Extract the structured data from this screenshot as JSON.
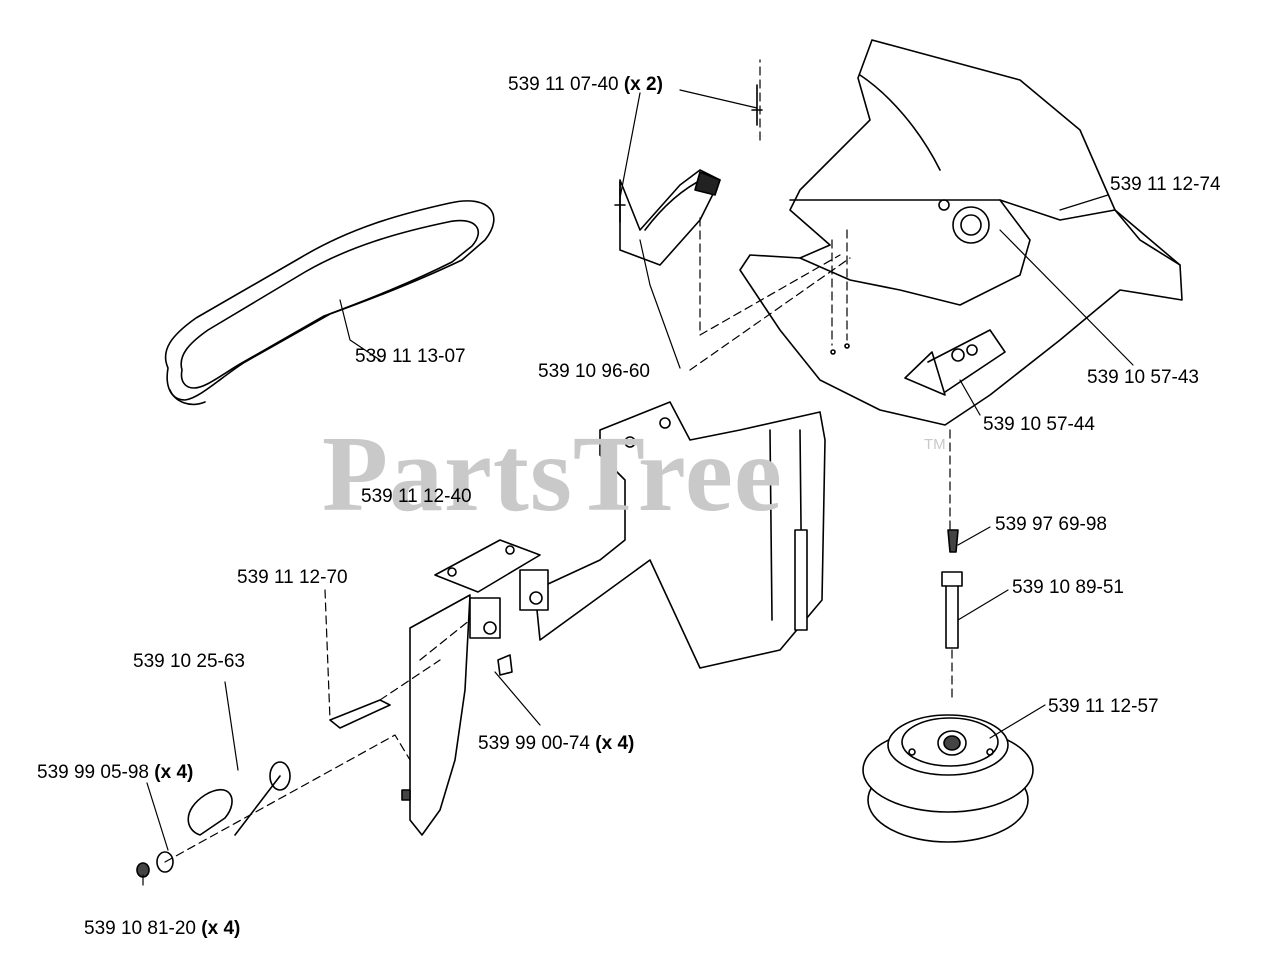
{
  "watermark": {
    "text": "PartsTree",
    "trademark": "TM"
  },
  "labels": [
    {
      "id": "l1",
      "part": "539 11 07-40",
      "qty": "(x 2)"
    },
    {
      "id": "l2",
      "part": "539 11 12-74",
      "qty": ""
    },
    {
      "id": "l3",
      "part": "539 11 13-07",
      "qty": ""
    },
    {
      "id": "l4",
      "part": "539 10 96-60",
      "qty": ""
    },
    {
      "id": "l5",
      "part": "539 10 57-43",
      "qty": ""
    },
    {
      "id": "l6",
      "part": "539 10 57-44",
      "qty": ""
    },
    {
      "id": "l7",
      "part": "539 11 12-40",
      "qty": ""
    },
    {
      "id": "l8",
      "part": "539 97 69-98",
      "qty": ""
    },
    {
      "id": "l9",
      "part": "539 11 12-70",
      "qty": ""
    },
    {
      "id": "l10",
      "part": "539 10 89-51",
      "qty": ""
    },
    {
      "id": "l11",
      "part": "539 10 25-63",
      "qty": ""
    },
    {
      "id": "l12",
      "part": "539 11 12-57",
      "qty": ""
    },
    {
      "id": "l13",
      "part": "539 99 00-74",
      "qty": "(x 4)"
    },
    {
      "id": "l14",
      "part": "539 99 05-98",
      "qty": "(x 4)"
    },
    {
      "id": "l15",
      "part": "539 10 81-20",
      "qty": "(x 4)"
    }
  ]
}
